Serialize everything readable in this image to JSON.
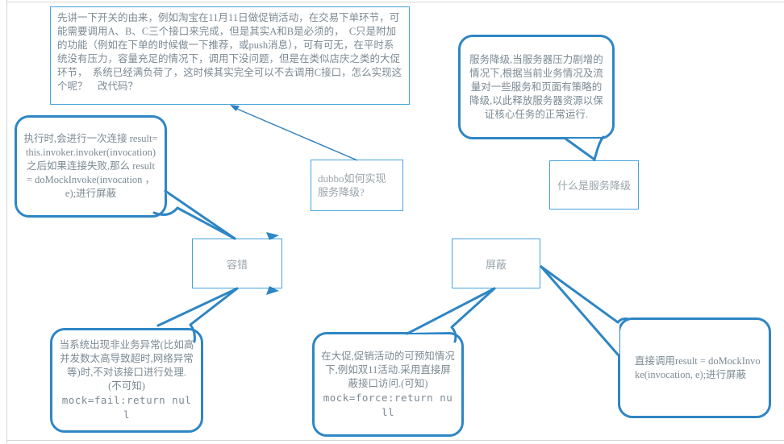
{
  "colors": {
    "bubble_border": "#2e86c4",
    "box_border": "#45a3dc",
    "body_text": "#7c8a94",
    "label_text": "#9aa4ab",
    "connector": "#2e7fbe",
    "frame": "#d6d6d6",
    "background": "#ffffff"
  },
  "nodes": {
    "intro_note": {
      "text": "先讲一下开关的由来，例如淘宝在11月11日做促销活动，在交易下单环节，可能需要调用A、B、C三个接口来完成，但是其实A和B是必须的，　C只是附加的功能（例如在下单的时候做一下推荐，或push消息），可有可无，在平时系统没有压力，容量充足的情况下，调用下没问题，但是在类似店庆之类的大促环节，　系统已经满负荷了，这时候其实完全可以不去调用C接口，怎么实现这个呢？　改代码？"
    },
    "execution_bubble": {
      "text": "执行时,会进行一次连接 result=this.invoker.invoker(invocation)之后如果连接失败,那么 result = doMockInvoke(invocation ， e);进行屏蔽"
    },
    "question_box": {
      "text": "dubbo如何实现服务降级?"
    },
    "definition_bubble": {
      "text": "服务降级,当服务器压力剧增的情况下,根据当前业务情况及流量对一些服务和页面有策略的降级,以此释放服务器资源以保证核心任务的正常运行."
    },
    "what_is_box": {
      "text": "什么是服务降级"
    },
    "fault_tolerance_box": {
      "text": "容错"
    },
    "shield_box": {
      "text": "屏蔽"
    },
    "fail_bubble": {
      "text": "当系统出现非业务异常(比如高并发数太高导致超时,网络异常等)时,不对该接口进行处理.",
      "note": "(不可知)",
      "code": "mock=fail:return null"
    },
    "force_bubble": {
      "text": "在大促,促销活动的可预知情况下,例如双11活动.采用直接屏蔽接口访问.(可知)",
      "code": "mock=force:return null"
    },
    "direct_bubble": {
      "text": "直接调用result = doMockInvoke(invocation, e);进行屏蔽"
    }
  }
}
